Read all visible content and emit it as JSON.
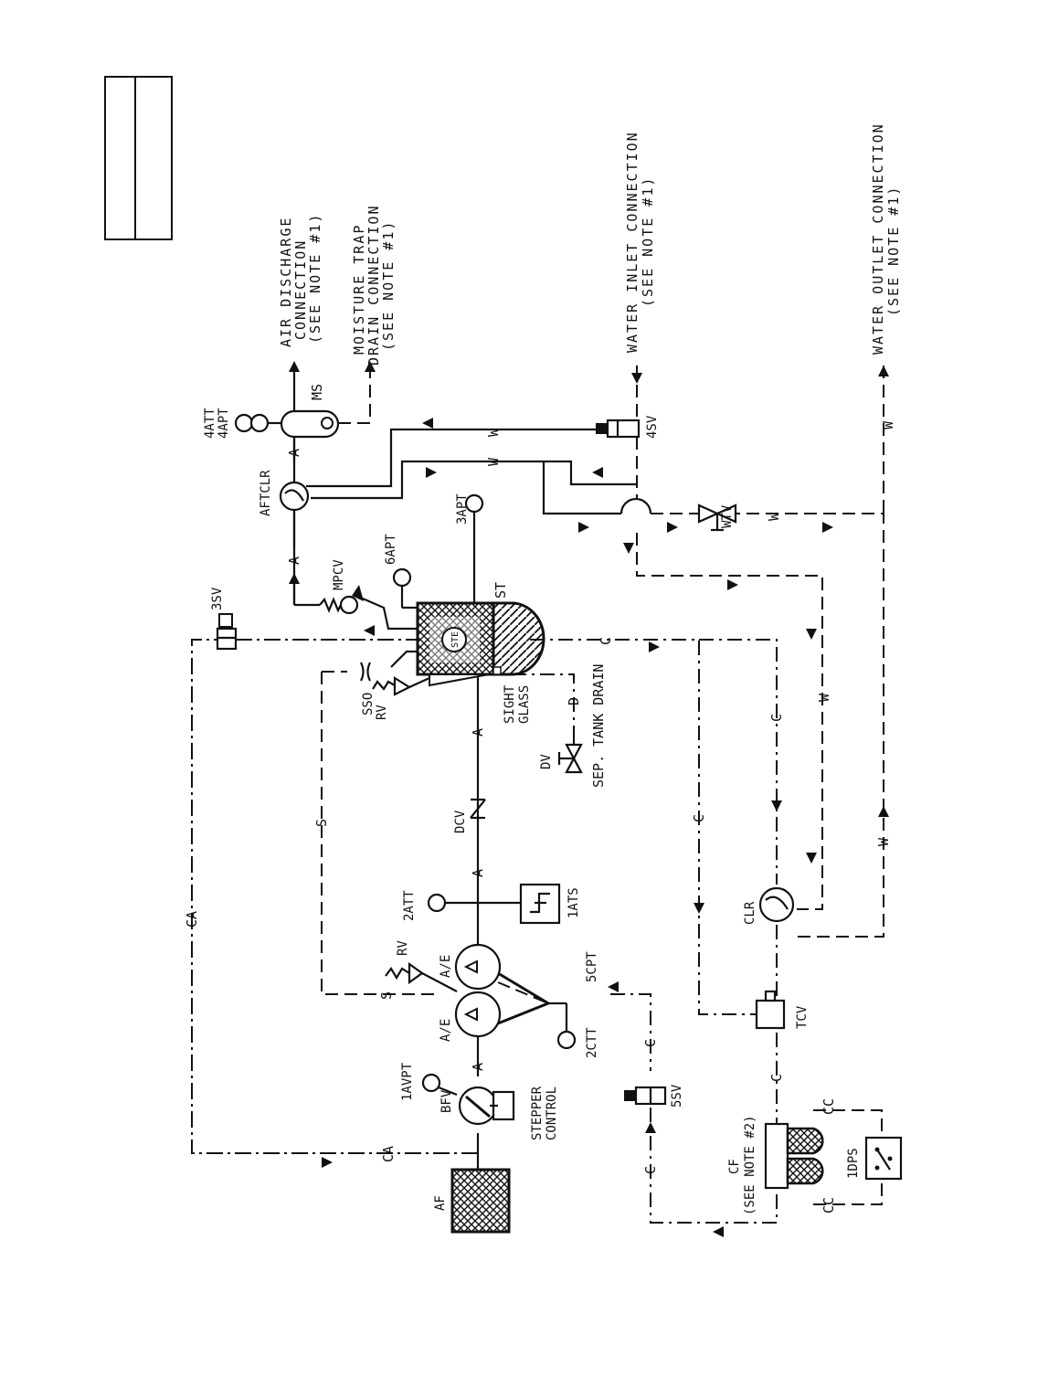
{
  "title_block": {
    "left": "",
    "right": ""
  },
  "connections": {
    "air_discharge": [
      "AIR DISCHARGE",
      "CONNECTION",
      "(SEE NOTE #1)"
    ],
    "moisture_drain": [
      "MOISTURE TRAP",
      "DRAIN CONNECTION",
      "(SEE NOTE #1)"
    ],
    "water_inlet": [
      "WATER INLET CONNECTION",
      "(SEE NOTE #1)"
    ],
    "water_outlet": [
      "WATER OUTLET CONNECTION",
      "(SEE NOTE #1)"
    ]
  },
  "components": {
    "att4": "4ATT",
    "apt4": "4APT",
    "ms": "MS",
    "aftclr": "AFTCLR",
    "sv4": "4SV",
    "apt3": "3APT",
    "wtv": "WTV",
    "sv3": "3SV",
    "mpcv": "MPCV",
    "apt6": "6APT",
    "st": "ST",
    "ste": "STE",
    "sso": "SSO",
    "rv_top": "RV",
    "sight_glass": [
      "SIGHT",
      "GLASS"
    ],
    "dv": "DV",
    "sep_drain": "SEP. TANK DRAIN",
    "dcv": "DCV",
    "att2": "2ATT",
    "ats1": "1ATS",
    "rv_mid": "RV",
    "ae_left": "A/E",
    "ae_right": "A/E",
    "cpt5": "5CPT",
    "ctt2": "2CTT",
    "tcv": "TCV",
    "clr": "CLR",
    "avpt1": "1AVPT",
    "bfv": "BFV",
    "stepper": [
      "STEPPER",
      "CONTROL"
    ],
    "sv5": "5SV",
    "af": "AF",
    "cf": [
      "CF",
      "(SEE NOTE #2)"
    ],
    "dps1": "1DPS"
  },
  "line_labels": {
    "a": "A",
    "w": "W",
    "c": "C",
    "ca": "CA",
    "s": "S",
    "d": "D",
    "cc": "CC"
  }
}
